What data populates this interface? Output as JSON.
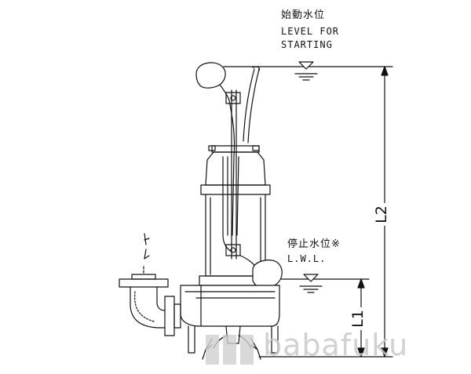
{
  "start_level": {
    "label_jp": "始動水位",
    "label_en_1": "LEVEL FOR",
    "label_en_2": "STARTING"
  },
  "stop_level": {
    "label_jp": "停止水位※",
    "label_en": "L.W.L."
  },
  "dimensions": {
    "l1": "L1",
    "l2": "L2"
  },
  "watermark": "babafuku",
  "colors": {
    "line": "#111111",
    "watermark": "#c9c9c9"
  }
}
